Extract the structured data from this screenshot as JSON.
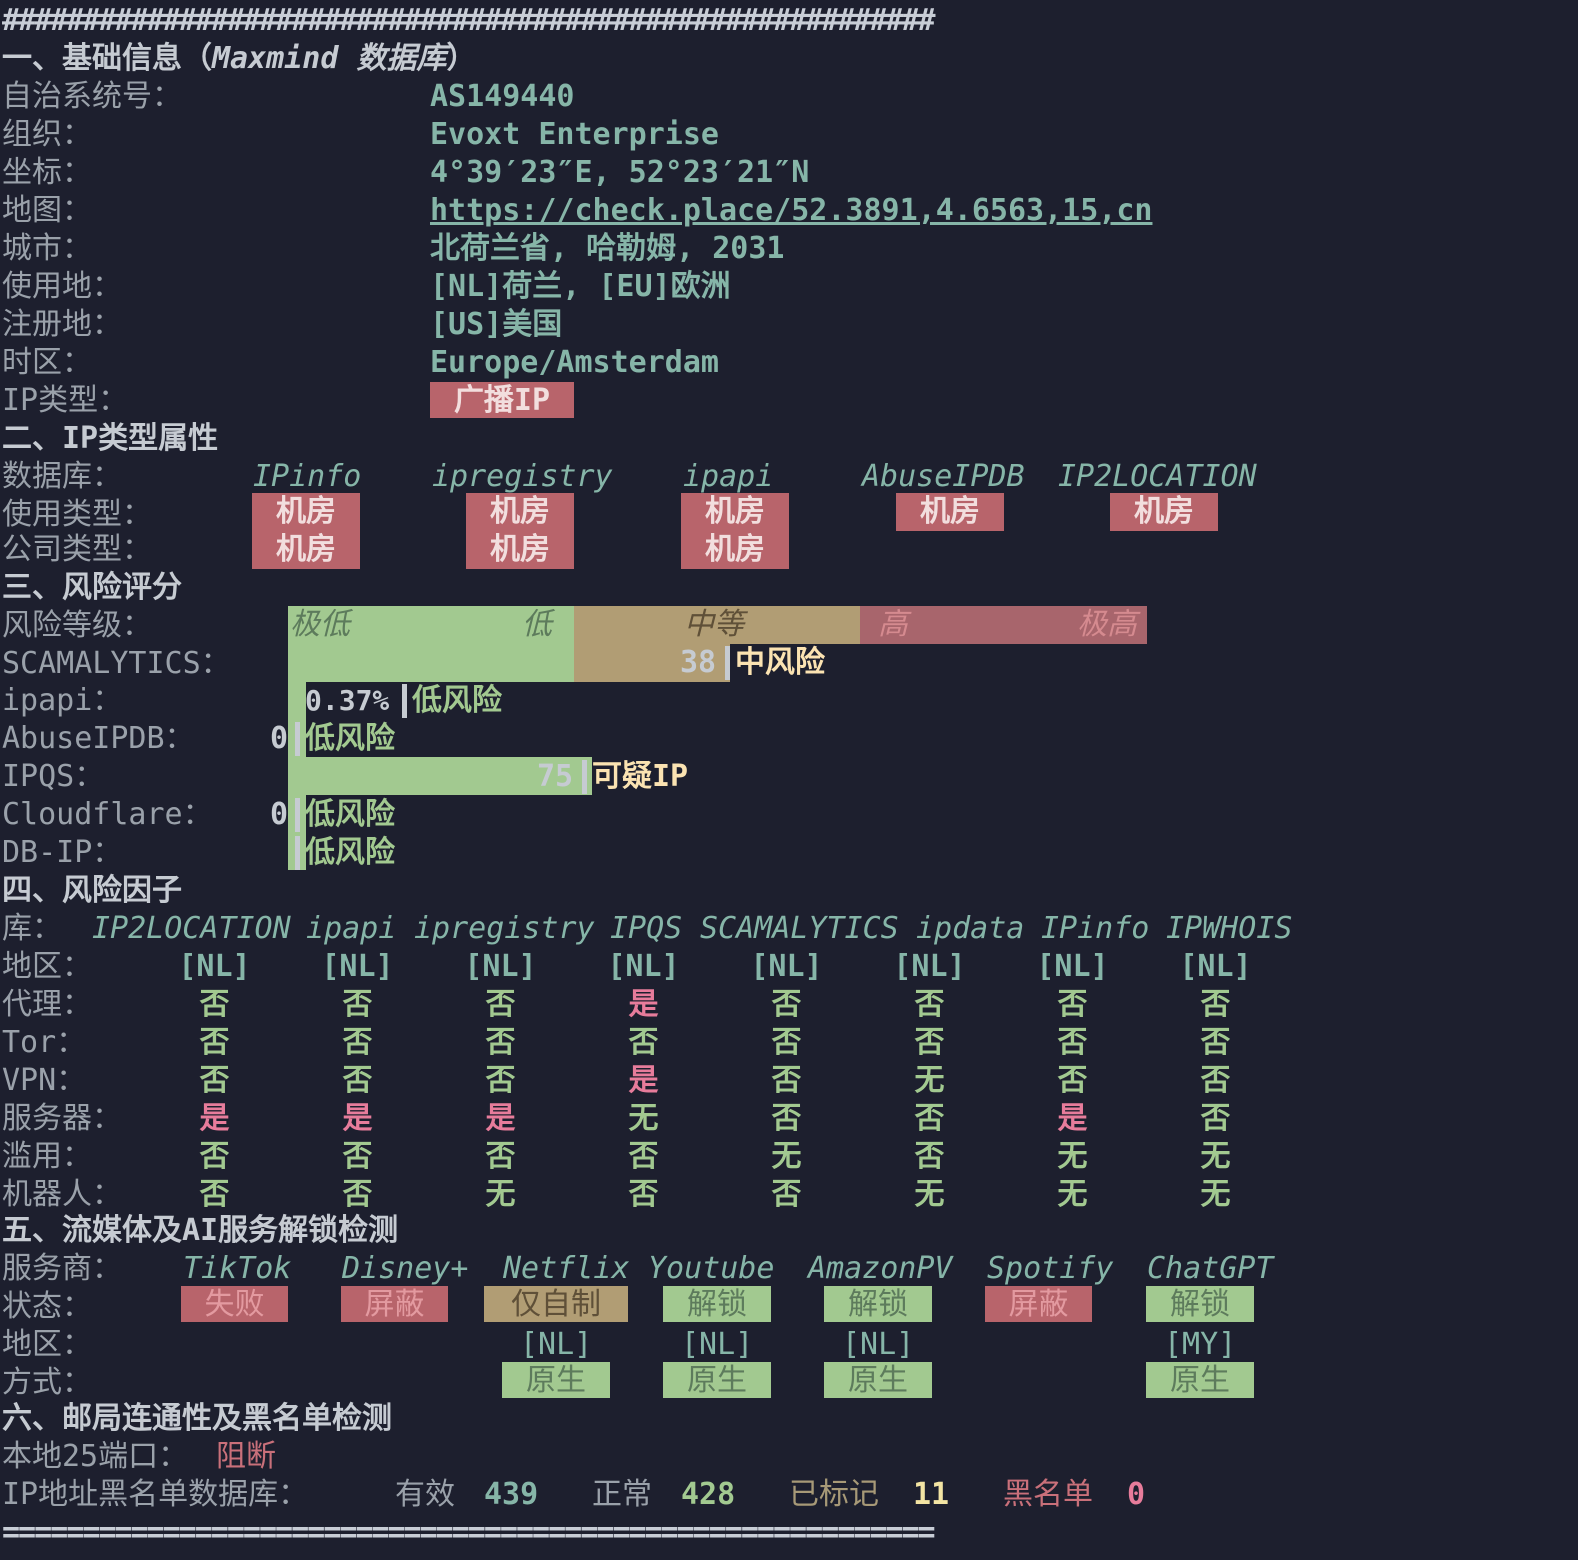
{
  "separator_top": "##########################################################",
  "separator_bottom": "==========================================================",
  "section1": {
    "title_a": "一、基础信息（",
    "title_b": "Maxmind 数据库",
    "title_c": "）",
    "rows": [
      {
        "label": "自治系统号：",
        "value": "AS149440"
      },
      {
        "label": "组织：",
        "value": "Evoxt Enterprise"
      },
      {
        "label": "坐标：",
        "value": "4°39′23″E, 52°23′21″N"
      },
      {
        "label": "地图：",
        "value": "https://check.place/52.3891,4.6563,15,cn"
      },
      {
        "label": "城市：",
        "value": "北荷兰省, 哈勒姆, 2031"
      },
      {
        "label": "使用地：",
        "value": "[NL]荷兰, [EU]欧洲"
      },
      {
        "label": "注册地：",
        "value": "[US]美国"
      },
      {
        "label": "时区：",
        "value": "Europe/Amsterdam"
      },
      {
        "label": "IP类型：",
        "value": "广播IP"
      }
    ]
  },
  "section2": {
    "title": "二、IP类型属性",
    "db_label": "数据库：",
    "usage_label": "使用类型：",
    "company_label": "公司类型：",
    "databases": [
      "IPinfo",
      "ipregistry",
      "ipapi",
      "AbuseIPDB",
      "IP2LOCATION"
    ],
    "usage": [
      "机房",
      "机房",
      "机房",
      "机房",
      "机房"
    ],
    "company": [
      "机房",
      "机房",
      "机房"
    ]
  },
  "section3": {
    "title": "三、风险评分",
    "scale_label": "风险等级：",
    "scale": [
      "极低",
      "低",
      "中等",
      "高",
      "极高"
    ],
    "scores": [
      {
        "label": "SCAMALYTICS：",
        "value": "38",
        "verdict": "中风险",
        "fill_fraction": 0.38
      },
      {
        "label": "ipapi：",
        "value": "0.37%",
        "verdict": "低风险",
        "fill_fraction": 0.0037
      },
      {
        "label": "AbuseIPDB：",
        "value": "0",
        "verdict": "低风险",
        "fill_fraction": 0
      },
      {
        "label": "IPQS：",
        "value": "75",
        "verdict": "可疑IP",
        "fill_fraction": 0.75
      },
      {
        "label": "Cloudflare：",
        "value": "0",
        "verdict": "低风险",
        "fill_fraction": 0
      },
      {
        "label": "DB-IP：",
        "value": "",
        "verdict": "低风险",
        "fill_fraction": 0
      }
    ]
  },
  "section4": {
    "title": "四、风险因子",
    "lib_label": "库：",
    "libraries": [
      "IP2LOCATION",
      "ipapi",
      "ipregistry",
      "IPQS",
      "SCAMALYTICS",
      "ipdata",
      "IPinfo",
      "IPWHOIS"
    ],
    "rows": [
      {
        "label": "地区：",
        "values": [
          "[NL]",
          "[NL]",
          "[NL]",
          "[NL]",
          "[NL]",
          "[NL]",
          "[NL]",
          "[NL]"
        ]
      },
      {
        "label": "代理：",
        "values": [
          "否",
          "否",
          "否",
          "是",
          "否",
          "否",
          "否",
          "否"
        ]
      },
      {
        "label": "Tor：",
        "values": [
          "否",
          "否",
          "否",
          "否",
          "否",
          "否",
          "否",
          "否"
        ]
      },
      {
        "label": "VPN：",
        "values": [
          "否",
          "否",
          "否",
          "是",
          "否",
          "无",
          "否",
          "否"
        ]
      },
      {
        "label": "服务器：",
        "values": [
          "是",
          "是",
          "是",
          "无",
          "否",
          "否",
          "是",
          "否"
        ]
      },
      {
        "label": "滥用：",
        "values": [
          "否",
          "否",
          "否",
          "否",
          "无",
          "否",
          "无",
          "无"
        ]
      },
      {
        "label": "机器人：",
        "values": [
          "否",
          "否",
          "无",
          "否",
          "否",
          "无",
          "无",
          "无"
        ]
      }
    ]
  },
  "section5": {
    "title": "五、流媒体及AI服务解锁检测",
    "provider_label": "服务商：",
    "status_label": "状态：",
    "region_label": "地区：",
    "method_label": "方式：",
    "services": [
      {
        "name": "TikTok",
        "status": "失败",
        "region": "",
        "method": ""
      },
      {
        "name": "Disney+",
        "status": "屏蔽",
        "region": "",
        "method": ""
      },
      {
        "name": "Netflix",
        "status": "仅自制",
        "region": "[NL]",
        "method": "原生"
      },
      {
        "name": "Youtube",
        "status": "解锁",
        "region": "[NL]",
        "method": "原生"
      },
      {
        "name": "AmazonPV",
        "status": "解锁",
        "region": "[NL]",
        "method": "原生"
      },
      {
        "name": "Spotify",
        "status": "屏蔽",
        "region": "",
        "method": ""
      },
      {
        "name": "ChatGPT",
        "status": "解锁",
        "region": "[MY]",
        "method": "原生"
      }
    ]
  },
  "section6": {
    "title": "六、邮局连通性及黑名单检测",
    "port_label": "本地25端口：",
    "port_value": "阻断",
    "bl_label": "IP地址黑名单数据库：",
    "valid_label": "有效",
    "valid_value": "439",
    "normal_label": "正常",
    "normal_value": "428",
    "marked_label": "已标记",
    "marked_value": "11",
    "black_label": "黑名单",
    "black_value": "0"
  },
  "colors": {
    "background": "#1d1f2e",
    "teal": "#86b5a8",
    "green": "#a2c990",
    "red_badge": "#b8646b",
    "tan": "#b19d74",
    "pink": "#e77c9b"
  }
}
